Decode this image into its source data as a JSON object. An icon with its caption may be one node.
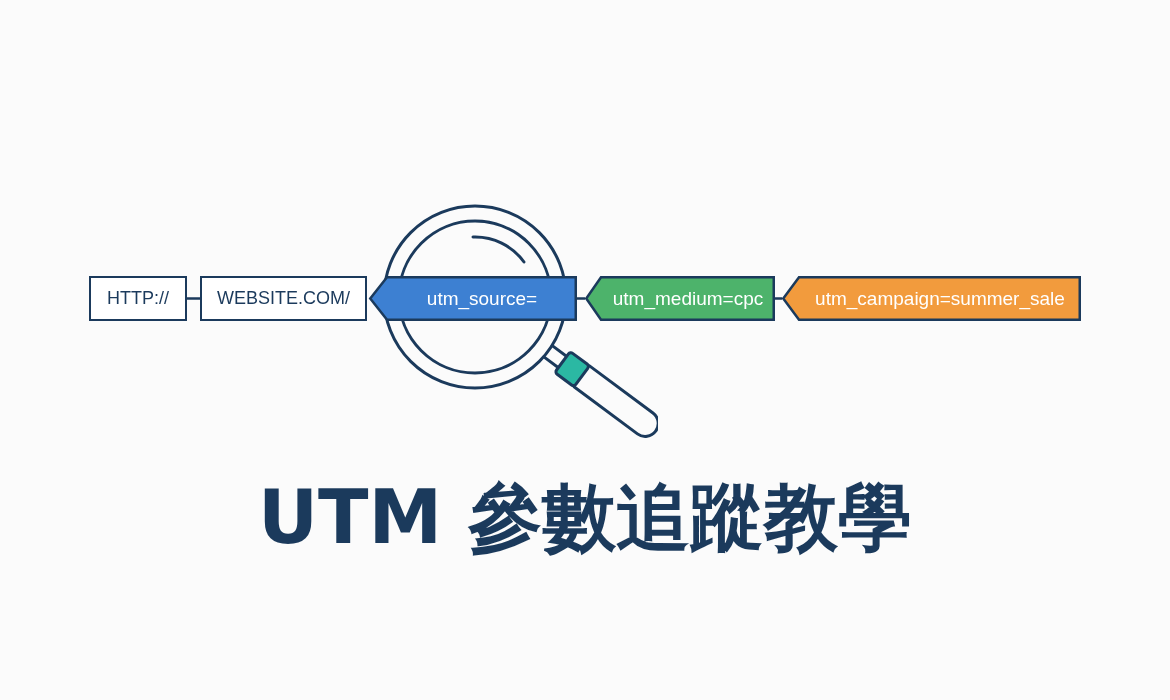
{
  "diagram": {
    "title": "UTM 參數追蹤教學",
    "nodes": [
      {
        "text": [
          "HTTP://"
        ]
      },
      {
        "text": [
          "WEBSITE.COM/"
        ]
      },
      {
        "text": [
          "utm_source="
        ]
      },
      {
        "text": [
          "utm_medium=cpc"
        ]
      },
      {
        "text": [
          "utm_campaign=summer_sale"
        ]
      }
    ],
    "edges": [
      {
        "from": 0,
        "to": 1,
        "arrow": "none"
      },
      {
        "from": 2,
        "to": 3,
        "arrow": "none"
      },
      {
        "from": 3,
        "to": 4,
        "arrow": "none"
      }
    ]
  }
}
